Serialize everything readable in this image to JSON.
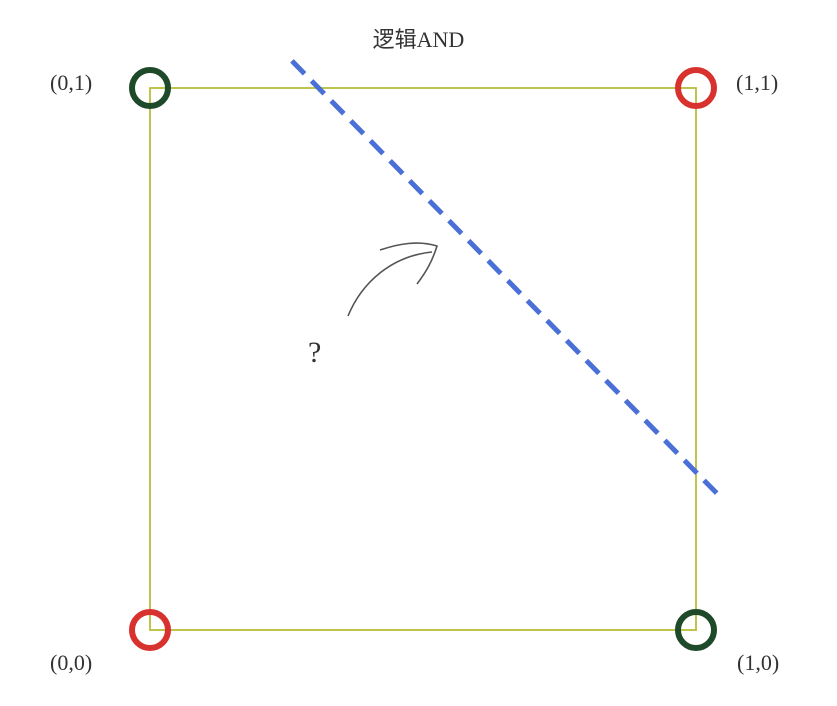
{
  "title": "逻辑AND",
  "question_mark": "?",
  "colors": {
    "square_border": "#b8bd3a",
    "class_zero_circle": "#1f4a2a",
    "class_one_circle": "#d8322e",
    "separator_line": "#4a6fd6",
    "arrow": "#555555",
    "text": "#333333"
  },
  "corners": [
    {
      "id": "00",
      "label": "(0,0)",
      "x": 0,
      "y": 0,
      "class": 0,
      "color": "#d8322e"
    },
    {
      "id": "10",
      "label": "(1,0)",
      "x": 1,
      "y": 0,
      "class": 0,
      "color": "#1f4a2a"
    },
    {
      "id": "01",
      "label": "(0,1)",
      "x": 0,
      "y": 1,
      "class": 0,
      "color": "#1f4a2a"
    },
    {
      "id": "11",
      "label": "(1,1)",
      "x": 1,
      "y": 1,
      "class": 1,
      "color": "#d8322e"
    }
  ],
  "separator": {
    "style": "dashed",
    "from": {
      "x": 0.26,
      "y": 1.05
    },
    "to": {
      "x": 1.05,
      "y": 0.24
    }
  }
}
